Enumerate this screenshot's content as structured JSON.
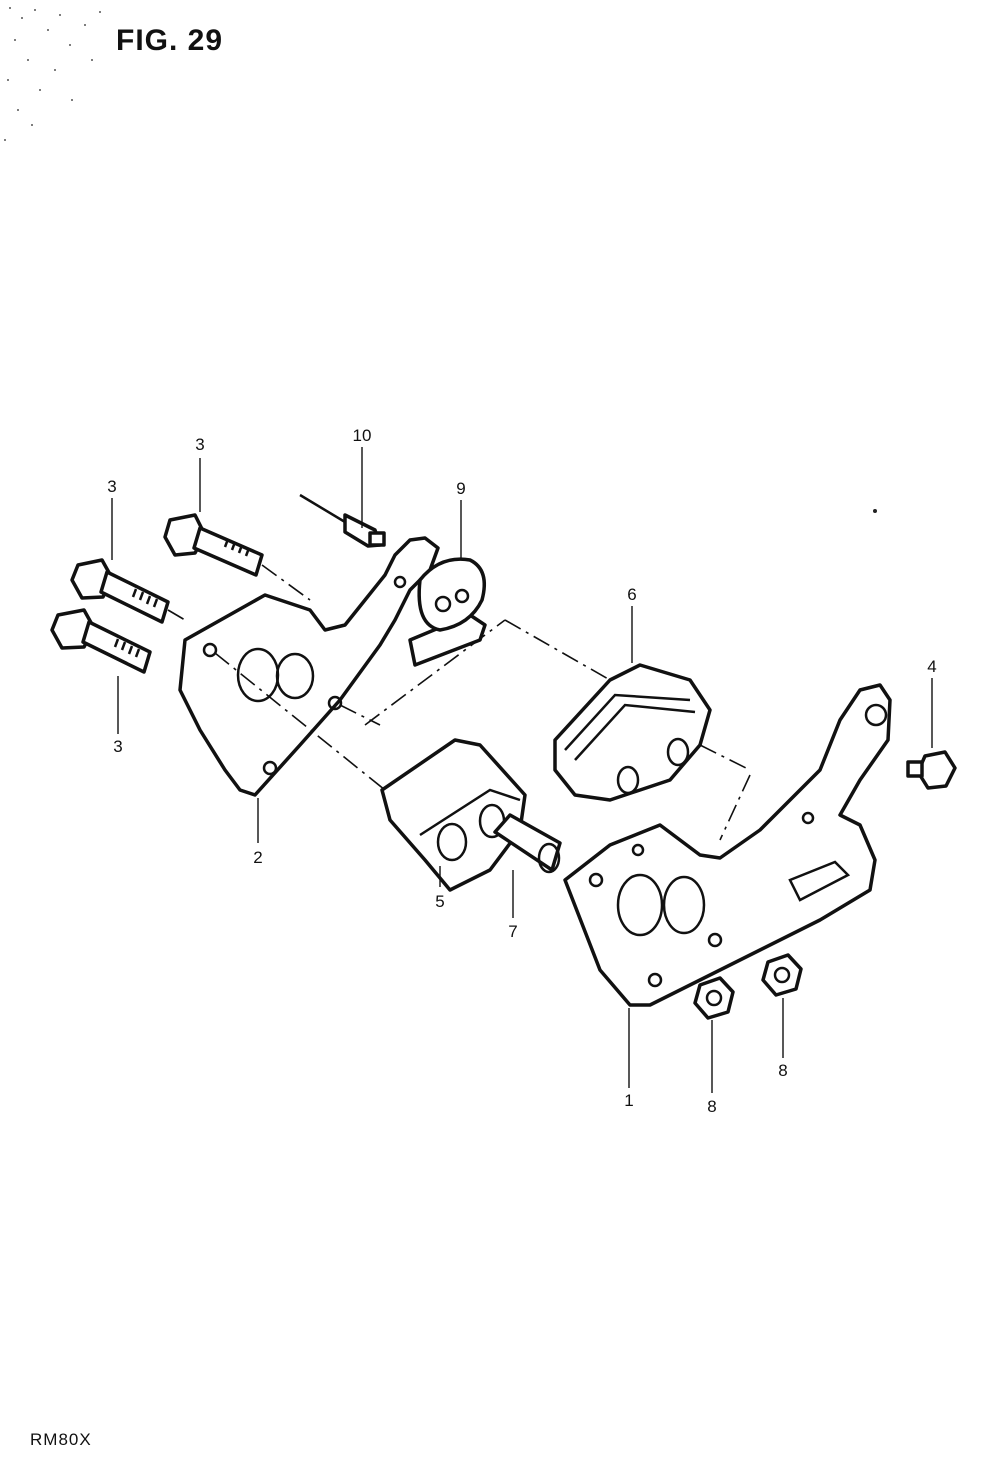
{
  "header": {
    "figure_title": "FIG. 29"
  },
  "footer": {
    "model_code": "RM80X"
  },
  "callouts": {
    "c1": "1",
    "c2": "2",
    "c3a": "3",
    "c3b": "3",
    "c3c": "3",
    "c4": "4",
    "c5": "5",
    "c6": "6",
    "c7": "7",
    "c8a": "8",
    "c8b": "8",
    "c9": "9",
    "c10": "10"
  }
}
